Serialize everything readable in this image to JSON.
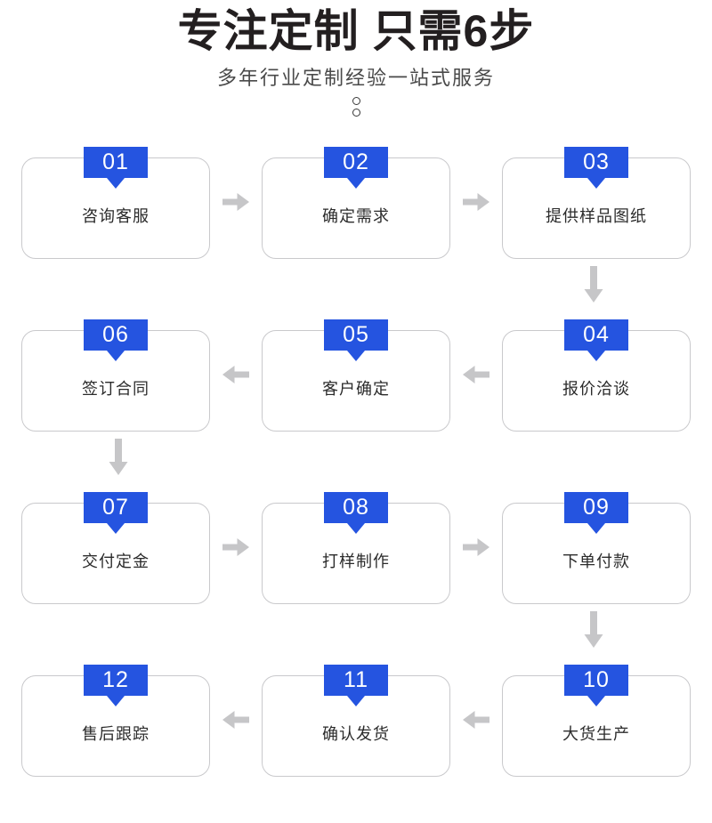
{
  "header": {
    "title": "专注定制 只需6步",
    "subtitle": "多年行业定制经验一站式服务",
    "decoration": "two-circles"
  },
  "theme": {
    "badge_color": "#2554E0",
    "card_border_color": "#C9C9CC",
    "arrow_color": "#C6C6C8",
    "title_color": "#231F20",
    "label_color": "#2B2B2B",
    "background": "#FFFFFF"
  },
  "flow": {
    "total_steps": 12,
    "direction_note": "serpentine: row1 left-to-right, row2 right-to-left, row3 left-to-right, row4 right-to-left",
    "rows": [
      {
        "order": "ltr",
        "cells": [
          {
            "number": "01",
            "label": "咨询客服"
          },
          {
            "number": "02",
            "label": "确定需求"
          },
          {
            "number": "03",
            "label": "提供样品图纸"
          }
        ],
        "h_arrows": [
          "arrow-right-icon",
          "arrow-right-icon"
        ],
        "v_arrow": {
          "icon": "arrow-down-icon",
          "align": "right"
        }
      },
      {
        "order": "rtl",
        "cells": [
          {
            "number": "06",
            "label": "签订合同"
          },
          {
            "number": "05",
            "label": "客户确定"
          },
          {
            "number": "04",
            "label": "报价洽谈"
          }
        ],
        "h_arrows": [
          "arrow-left-icon",
          "arrow-left-icon"
        ],
        "v_arrow": {
          "icon": "arrow-down-icon",
          "align": "left"
        }
      },
      {
        "order": "ltr",
        "cells": [
          {
            "number": "07",
            "label": "交付定金"
          },
          {
            "number": "08",
            "label": "打样制作"
          },
          {
            "number": "09",
            "label": "下单付款"
          }
        ],
        "h_arrows": [
          "arrow-right-icon",
          "arrow-right-icon"
        ],
        "v_arrow": {
          "icon": "arrow-down-icon",
          "align": "right"
        }
      },
      {
        "order": "rtl",
        "cells": [
          {
            "number": "12",
            "label": "售后跟踪"
          },
          {
            "number": "11",
            "label": "确认发货"
          },
          {
            "number": "10",
            "label": "大货生产"
          }
        ],
        "h_arrows": [
          "arrow-left-icon",
          "arrow-left-icon"
        ],
        "v_arrow": null
      }
    ]
  }
}
